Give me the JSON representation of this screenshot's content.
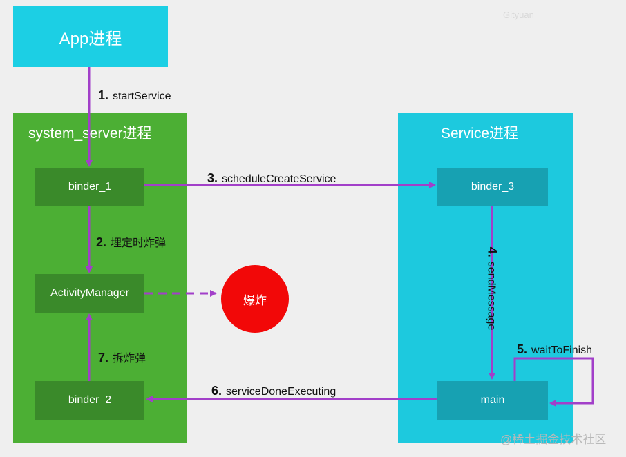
{
  "app_box": {
    "label": "App进程"
  },
  "system_server": {
    "title": "system_server进程",
    "nodes": {
      "binder_1": "binder_1",
      "activity_manager": "ActivityManager",
      "binder_2": "binder_2"
    }
  },
  "service": {
    "title": "Service进程",
    "nodes": {
      "binder_3": "binder_3",
      "main": "main"
    }
  },
  "explosion": {
    "label": "爆炸"
  },
  "steps": [
    {
      "num": "1.",
      "text": "startService"
    },
    {
      "num": "2.",
      "text": "埋定时炸弹"
    },
    {
      "num": "3.",
      "text": "scheduleCreateService"
    },
    {
      "num": "4.",
      "text": "sendMessage"
    },
    {
      "num": "5.",
      "text": "waitToFinish"
    },
    {
      "num": "6.",
      "text": "serviceDoneExecuting"
    },
    {
      "num": "7.",
      "text": "拆炸弹"
    }
  ],
  "watermarks": {
    "top": "Gityuan",
    "bottom": "@稀土掘金技术社区"
  },
  "colors": {
    "arrow": "#a23fc9",
    "app_box": "#1ccfe4",
    "system_server_panel": "#4caf34",
    "system_server_node": "#3a8a2a",
    "service_panel": "#1dc9de",
    "service_node": "#17a1b2",
    "explosion": "#f20808"
  }
}
